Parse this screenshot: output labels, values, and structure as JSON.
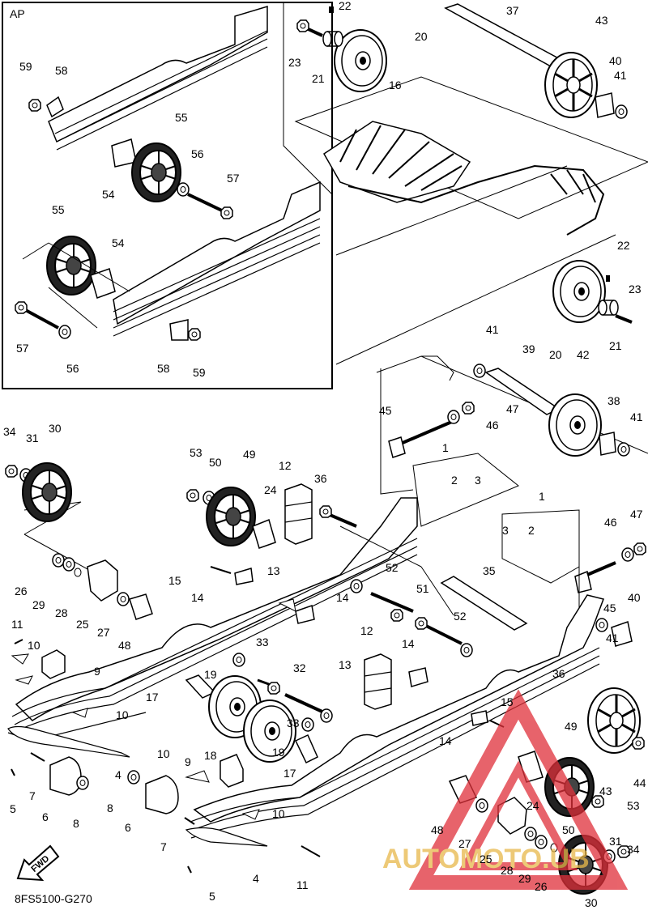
{
  "inset_label": "AP",
  "diagram_code": "8FS5100-G270",
  "fwd_label": "FWD",
  "watermark": "AUTOMOTO.UB",
  "part_labels": [
    {
      "id": "22a",
      "text": "22"
    },
    {
      "id": "23a",
      "text": "23"
    },
    {
      "id": "21a",
      "text": "21"
    },
    {
      "id": "20a",
      "text": "20"
    },
    {
      "id": "37",
      "text": "37"
    },
    {
      "id": "43a",
      "text": "43"
    },
    {
      "id": "40a",
      "text": "40"
    },
    {
      "id": "41a",
      "text": "41"
    },
    {
      "id": "16",
      "text": "16"
    },
    {
      "id": "22b",
      "text": "22"
    },
    {
      "id": "23b",
      "text": "23"
    },
    {
      "id": "21b",
      "text": "21"
    },
    {
      "id": "20b",
      "text": "20"
    },
    {
      "id": "41b",
      "text": "41"
    },
    {
      "id": "39",
      "text": "39"
    },
    {
      "id": "42",
      "text": "42"
    },
    {
      "id": "38",
      "text": "38"
    },
    {
      "id": "41c",
      "text": "41"
    },
    {
      "id": "47a",
      "text": "47"
    },
    {
      "id": "46a",
      "text": "46"
    },
    {
      "id": "45a",
      "text": "45"
    },
    {
      "id": "1a",
      "text": "1"
    },
    {
      "id": "2a",
      "text": "2"
    },
    {
      "id": "3a",
      "text": "3"
    },
    {
      "id": "1b",
      "text": "1"
    },
    {
      "id": "3b",
      "text": "3"
    },
    {
      "id": "2b",
      "text": "2"
    },
    {
      "id": "46b",
      "text": "46"
    },
    {
      "id": "47b",
      "text": "47"
    },
    {
      "id": "45b",
      "text": "45"
    },
    {
      "id": "40b",
      "text": "40"
    },
    {
      "id": "41d",
      "text": "41"
    },
    {
      "id": "36a",
      "text": "36"
    },
    {
      "id": "35",
      "text": "35"
    },
    {
      "id": "59a",
      "text": "59"
    },
    {
      "id": "58a",
      "text": "58"
    },
    {
      "id": "55a",
      "text": "55"
    },
    {
      "id": "56a",
      "text": "56"
    },
    {
      "id": "57a",
      "text": "57"
    },
    {
      "id": "54a",
      "text": "54"
    },
    {
      "id": "55b",
      "text": "55"
    },
    {
      "id": "54b",
      "text": "54"
    },
    {
      "id": "57b",
      "text": "57"
    },
    {
      "id": "56b",
      "text": "56"
    },
    {
      "id": "58b",
      "text": "58"
    },
    {
      "id": "59b",
      "text": "59"
    },
    {
      "id": "34a",
      "text": "34"
    },
    {
      "id": "31a",
      "text": "31"
    },
    {
      "id": "30a",
      "text": "30"
    },
    {
      "id": "53a",
      "text": "53"
    },
    {
      "id": "50a",
      "text": "50"
    },
    {
      "id": "49a",
      "text": "49"
    },
    {
      "id": "12a",
      "text": "12"
    },
    {
      "id": "24a",
      "text": "24"
    },
    {
      "id": "36b",
      "text": "36"
    },
    {
      "id": "13a",
      "text": "13"
    },
    {
      "id": "15a",
      "text": "15"
    },
    {
      "id": "14a",
      "text": "14"
    },
    {
      "id": "14b",
      "text": "14"
    },
    {
      "id": "52a",
      "text": "52"
    },
    {
      "id": "51",
      "text": "51"
    },
    {
      "id": "52b",
      "text": "52"
    },
    {
      "id": "26a",
      "text": "26"
    },
    {
      "id": "29a",
      "text": "29"
    },
    {
      "id": "28a",
      "text": "28"
    },
    {
      "id": "25a",
      "text": "25"
    },
    {
      "id": "27a",
      "text": "27"
    },
    {
      "id": "48a",
      "text": "48"
    },
    {
      "id": "11a",
      "text": "11"
    },
    {
      "id": "10a",
      "text": "10"
    },
    {
      "id": "9a",
      "text": "9"
    },
    {
      "id": "10b",
      "text": "10"
    },
    {
      "id": "33a",
      "text": "33"
    },
    {
      "id": "19a",
      "text": "19"
    },
    {
      "id": "32",
      "text": "32"
    },
    {
      "id": "17a",
      "text": "17"
    },
    {
      "id": "12b",
      "text": "12"
    },
    {
      "id": "13b",
      "text": "13"
    },
    {
      "id": "14c",
      "text": "14"
    },
    {
      "id": "15b",
      "text": "15"
    },
    {
      "id": "14d",
      "text": "14"
    },
    {
      "id": "33b",
      "text": "33"
    },
    {
      "id": "18",
      "text": "18"
    },
    {
      "id": "19b",
      "text": "19"
    },
    {
      "id": "17b",
      "text": "17"
    },
    {
      "id": "5a",
      "text": "5"
    },
    {
      "id": "7a",
      "text": "7"
    },
    {
      "id": "6a",
      "text": "6"
    },
    {
      "id": "4a",
      "text": "4"
    },
    {
      "id": "8a",
      "text": "8"
    },
    {
      "id": "10c",
      "text": "10"
    },
    {
      "id": "9b",
      "text": "9"
    },
    {
      "id": "8b",
      "text": "8"
    },
    {
      "id": "6b",
      "text": "6"
    },
    {
      "id": "10d",
      "text": "10"
    },
    {
      "id": "7b",
      "text": "7"
    },
    {
      "id": "4b",
      "text": "4"
    },
    {
      "id": "11b",
      "text": "11"
    },
    {
      "id": "5b",
      "text": "5"
    },
    {
      "id": "49b",
      "text": "49"
    },
    {
      "id": "43b",
      "text": "43"
    },
    {
      "id": "44",
      "text": "44"
    },
    {
      "id": "53b",
      "text": "53"
    },
    {
      "id": "24b",
      "text": "24"
    },
    {
      "id": "48b",
      "text": "48"
    },
    {
      "id": "27b",
      "text": "27"
    },
    {
      "id": "50b",
      "text": "50"
    },
    {
      "id": "25b",
      "text": "25"
    },
    {
      "id": "31b",
      "text": "31"
    },
    {
      "id": "34b",
      "text": "34"
    },
    {
      "id": "28b",
      "text": "28"
    },
    {
      "id": "29b",
      "text": "29"
    },
    {
      "id": "26b",
      "text": "26"
    },
    {
      "id": "30b",
      "text": "30"
    }
  ],
  "colors": {
    "line": "#000000",
    "watermark_red": "#e0303a",
    "watermark_gold": "#e8b84a"
  }
}
